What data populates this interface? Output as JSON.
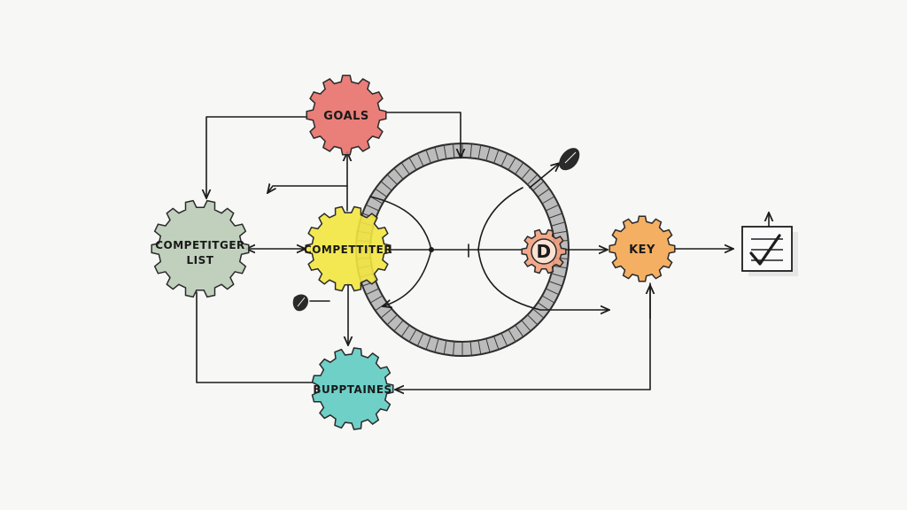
{
  "nodes": {
    "goals": {
      "label": "GOALS",
      "color": "#e8706b"
    },
    "competitor_list": {
      "label_line1": "COMPETITGER",
      "label_line2": "LIST",
      "color": "#b9cbb7"
    },
    "competitor": {
      "label": "COMPETTITER",
      "color": "#f2e640"
    },
    "small_d": {
      "label": "D",
      "color": "#f1a07e"
    },
    "key": {
      "label": "KEY",
      "color": "#f3a653"
    },
    "bottom": {
      "label": "BUPPTAINES",
      "color": "#5fcbc3"
    },
    "checklist": {
      "icon": "checklist-icon"
    }
  },
  "colors": {
    "ink": "#1c1c1c",
    "ring": "#8c8c8c",
    "background": "#f7f7f5"
  }
}
